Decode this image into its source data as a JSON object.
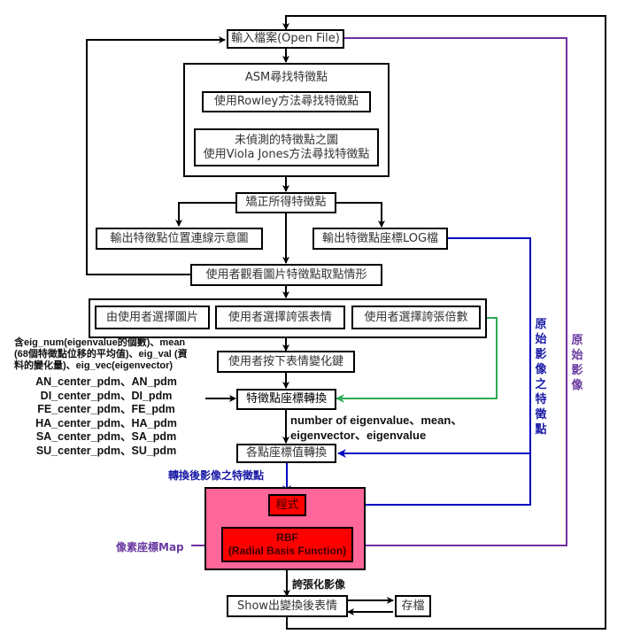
{
  "colors": {
    "line": "#000000",
    "original_image": "#7030a0",
    "original_features": "#0000c0",
    "scale_factor": "#2eaa55",
    "module_bg": "#ff6699",
    "module_box": "#ff0000"
  },
  "nodes": {
    "open_file": "輸入檔案(Open File)",
    "asm_group_title": "ASM尋找特徵點",
    "rowley": "使用Rowley方法尋找特徵點",
    "viola_line1": "未偵測的特徵點之圖",
    "viola_line2": "使用Viola Jones方法尋找特徵點",
    "correct_points": "矯正所得特徵點",
    "output_diagram": "輸出特徵點位置連線示意圖",
    "output_log": "輸出特徵點座標LOG檔",
    "user_view": "使用者觀看圖片特徵點取點情形",
    "select_image": "由使用者選擇圖片",
    "select_expression": "使用者選擇誇張表情",
    "select_scale": "使用者選擇誇張倍數",
    "press_key": "使用者按下表情變化鍵",
    "coord_transform": "特徵點座標轉換",
    "point_transform": "各點座標值轉換",
    "program": "程式",
    "rbf_line1": "RBF",
    "rbf_line2": "(Radial Basis Function)",
    "show_result": "Show出變換後表情",
    "save": "存檔"
  },
  "annotations": {
    "eig_desc_line1": "含eig_num(eigenvalue的個數)、mean",
    "eig_desc_line2": "(68個特徵點位移的平均值)、eig_val (資",
    "eig_desc_line3": "料的變化量)、eig_vec(eigenvector)",
    "pdm_files": [
      "AN_center_pdm、AN_pdm",
      "DI_center_pdm、DI_pdm",
      "FE_center_pdm、FE_pdm",
      "HA_center_pdm、HA_pdm",
      "SA_center_pdm、SA_pdm",
      "SU_center_pdm、SU_pdm"
    ],
    "eigen_outputs_line1": "number of eigenvalue、mean、",
    "eigen_outputs_line2": "eigenvector、eigenvalue",
    "transformed_features": "轉換後影像之特徵點",
    "pixel_map": "像素座標Map",
    "exaggerated_image": "誇張化影像",
    "original_features_vertical": "原始影像之特徵點",
    "original_image_vertical": "原始影像"
  }
}
